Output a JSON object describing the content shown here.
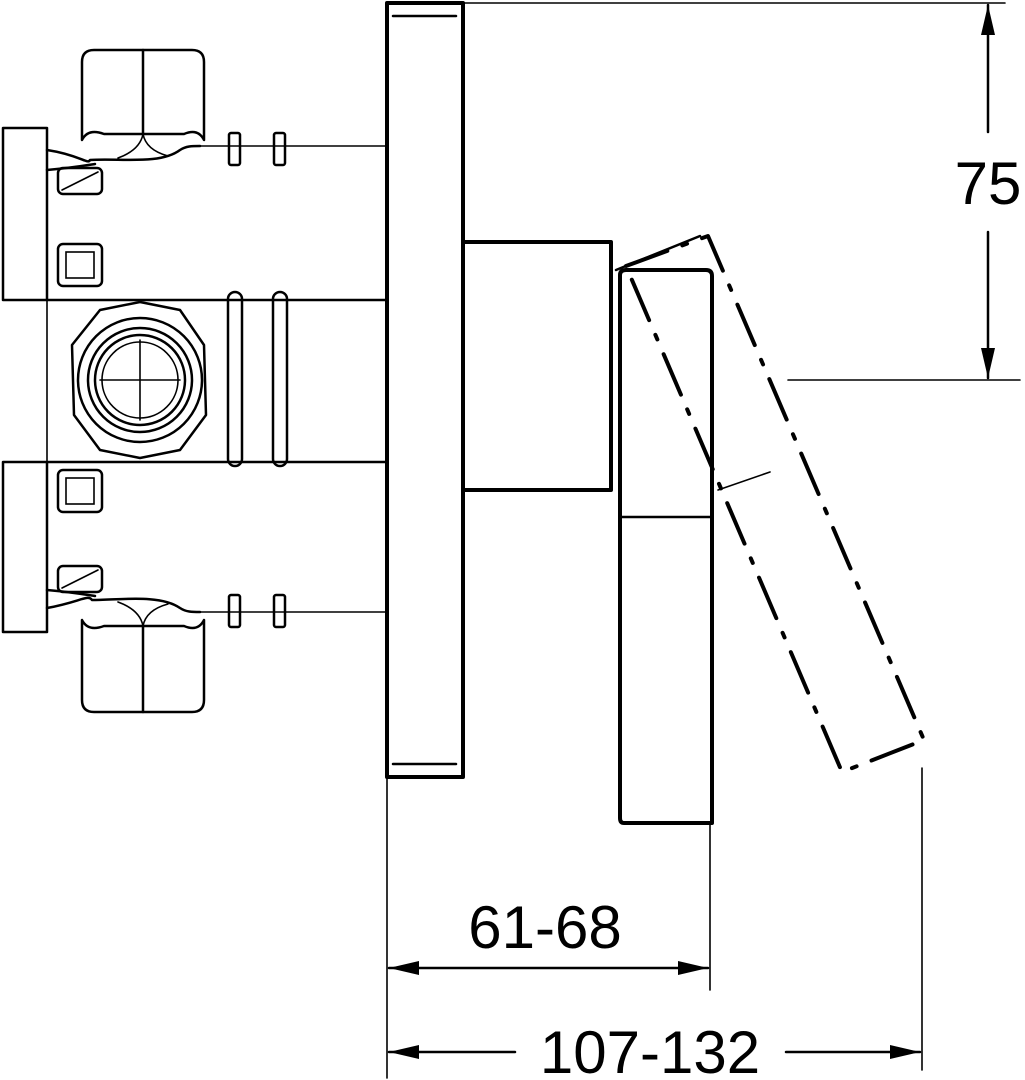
{
  "dimensions": {
    "height_label": "75",
    "depth_label": "61-68",
    "overall_label": "107-132"
  }
}
